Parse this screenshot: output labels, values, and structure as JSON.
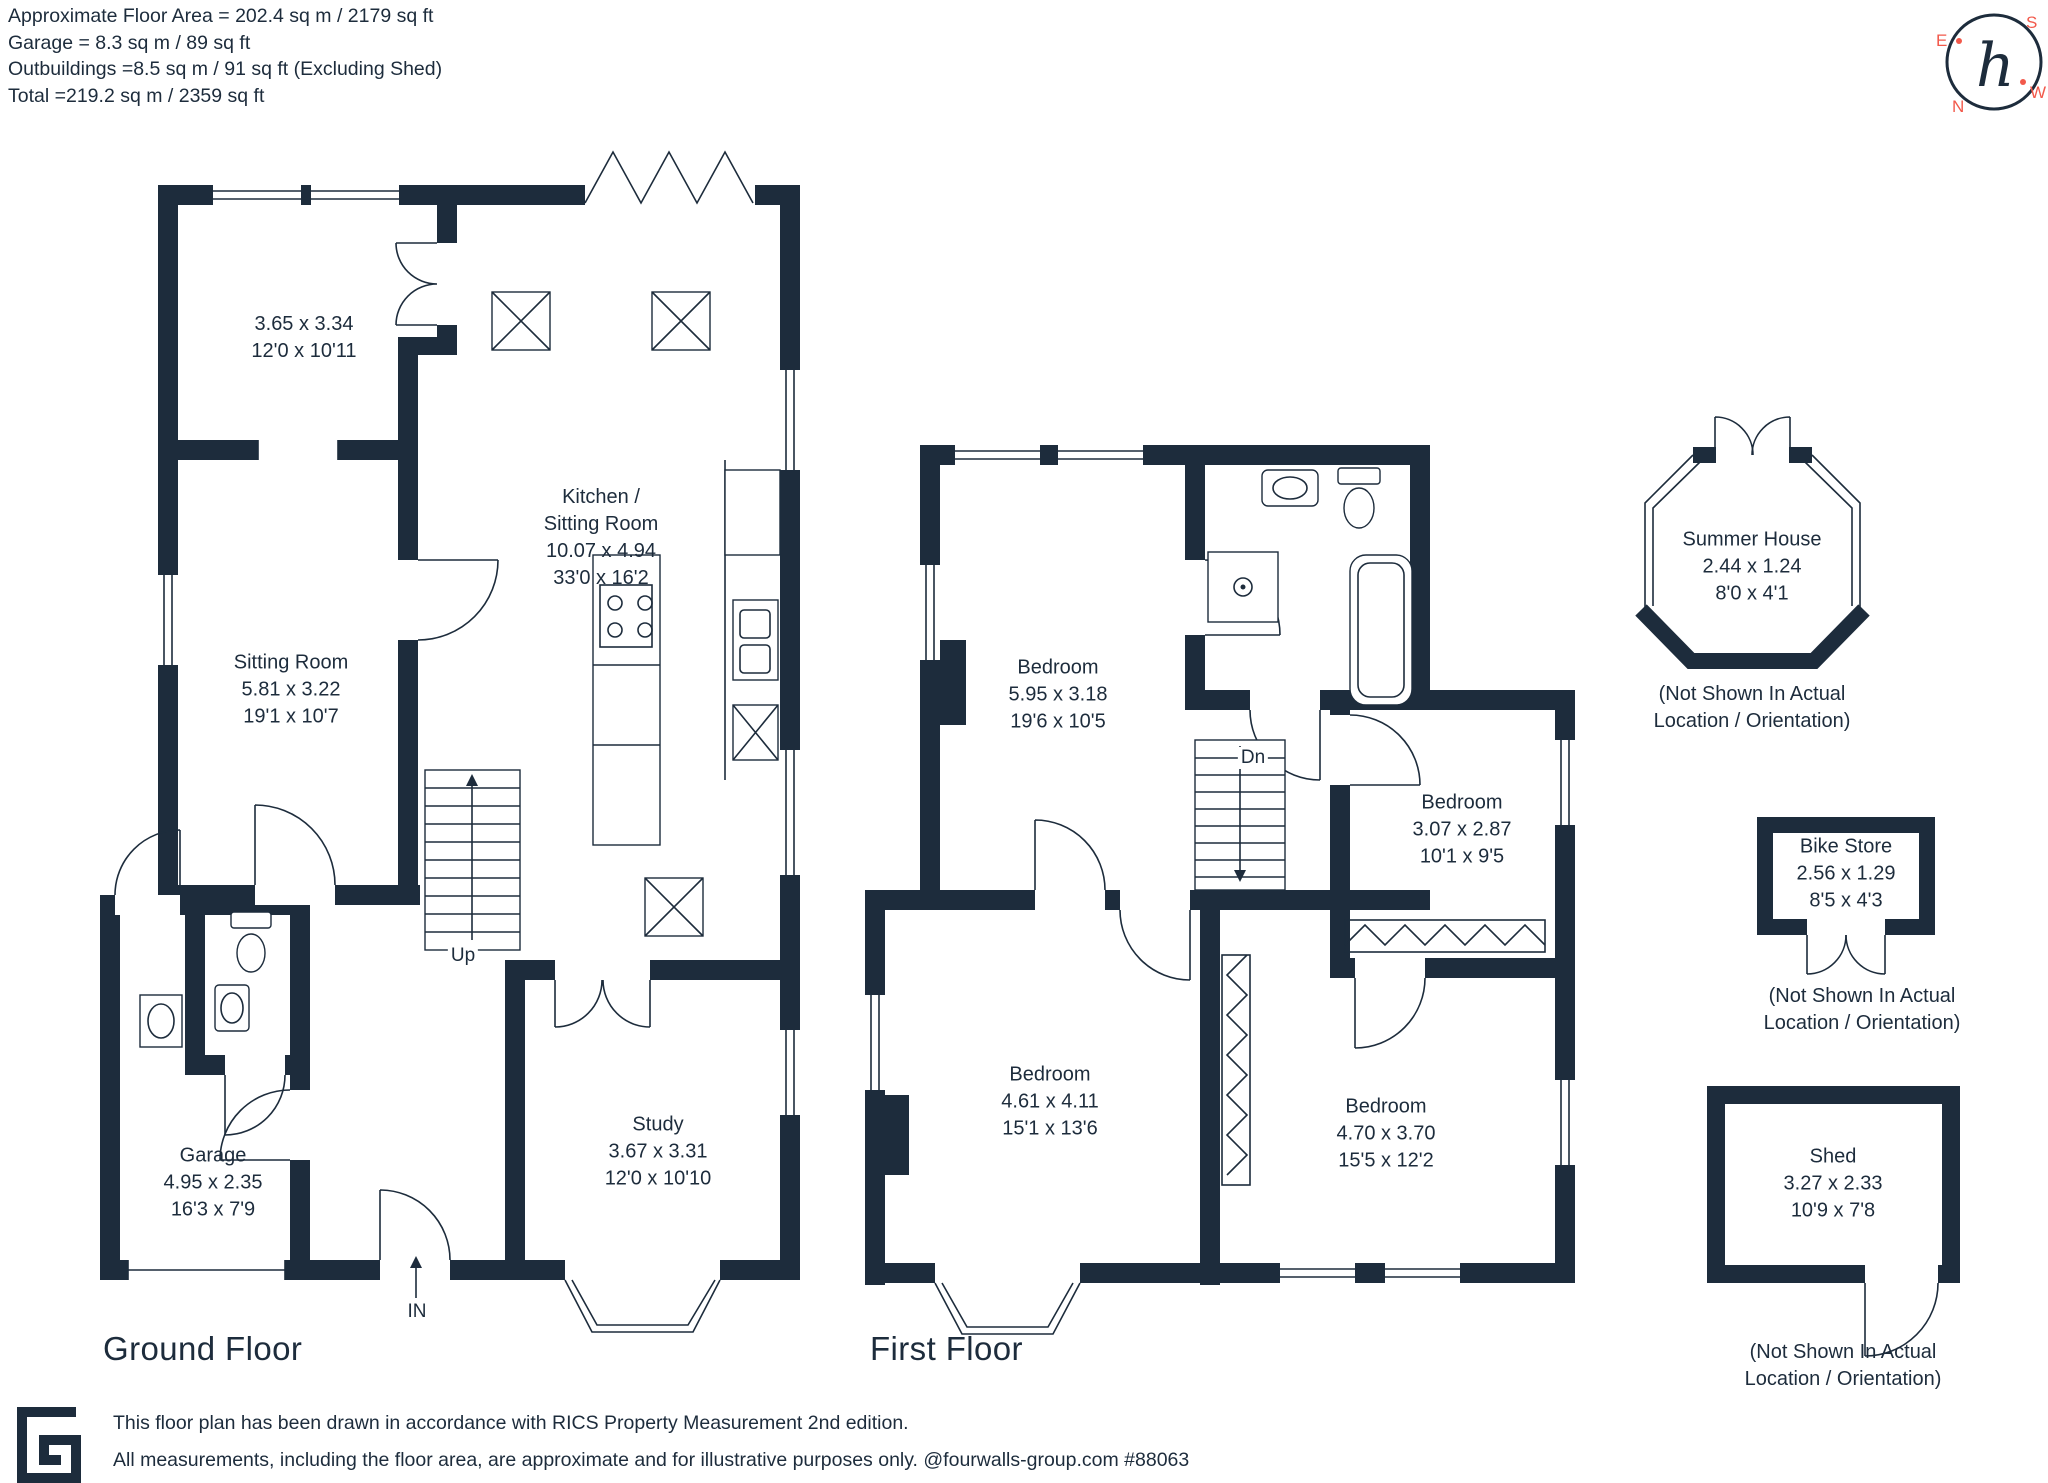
{
  "colors": {
    "wall": "#1d2c3c",
    "compass_red": "#f2594b",
    "background": "#ffffff"
  },
  "header": {
    "line1": "Approximate Floor Area = 202.4 sq m / 2179 sq ft",
    "line2": "Garage = 8.3 sq m / 89 sq ft",
    "line3": "Outbuildings =8.5 sq m / 91 sq ft (Excluding Shed)",
    "line4": "Total =219.2 sq m / 2359 sq ft"
  },
  "compass": {
    "monogram": "h",
    "north": "N",
    "east": "E",
    "south": "S",
    "west": "W"
  },
  "ground_floor": {
    "title": "Ground Floor",
    "front_room": {
      "metric": "3.65 x 3.34",
      "imperial": "12'0 x 10'11"
    },
    "kitchen": {
      "name1": "Kitchen /",
      "name2": "Sitting Room",
      "metric": "10.07 x 4.94",
      "imperial": "33'0 x 16'2"
    },
    "sitting_room": {
      "name": "Sitting Room",
      "metric": "5.81 x 3.22",
      "imperial": "19'1 x 10'7"
    },
    "garage": {
      "name": "Garage",
      "metric": "4.95 x 2.35",
      "imperial": "16'3 x 7'9"
    },
    "study": {
      "name": "Study",
      "metric": "3.67 x 3.31",
      "imperial": "12'0 x 10'10"
    },
    "stairs_label": "Up",
    "entrance_label": "IN"
  },
  "first_floor": {
    "title": "First Floor",
    "bedroom1": {
      "name": "Bedroom",
      "metric": "5.95 x 3.18",
      "imperial": "19'6 x 10'5"
    },
    "bedroom2": {
      "name": "Bedroom",
      "metric": "3.07 x 2.87",
      "imperial": "10'1 x 9'5"
    },
    "bedroom3": {
      "name": "Bedroom",
      "metric": "4.61 x 4.11",
      "imperial": "15'1 x 13'6"
    },
    "bedroom4": {
      "name": "Bedroom",
      "metric": "4.70 x 3.70",
      "imperial": "15'5 x 12'2"
    },
    "stairs_label": "Dn"
  },
  "outbuildings": {
    "summer_house": {
      "name": "Summer House",
      "metric": "2.44 x 1.24",
      "imperial": "8'0 x 4'1",
      "note1": "(Not Shown In Actual",
      "note2": "Location / Orientation)"
    },
    "bike_store": {
      "name": "Bike Store",
      "metric": "2.56 x 1.29",
      "imperial": "8'5 x 4'3",
      "note1": "(Not Shown In Actual",
      "note2": "Location / Orientation)"
    },
    "shed": {
      "name": "Shed",
      "metric": "3.27 x 2.33",
      "imperial": "10'9 x 7'8",
      "note1": "(Not Shown In Actual",
      "note2": "Location / Orientation)"
    }
  },
  "footer": {
    "line1": "This floor plan has been drawn in accordance with RICS Property Measurement 2nd edition.",
    "line2": "All measurements, including the floor area, are approximate and for illustrative purposes only. @fourwalls-group.com #88063"
  }
}
